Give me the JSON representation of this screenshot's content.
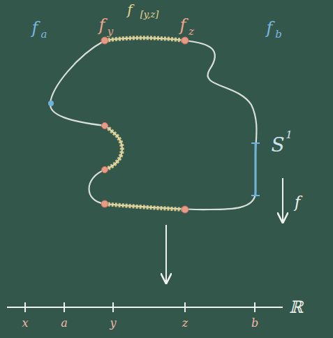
{
  "diagram": {
    "labels": [
      "f",
      "a",
      "f",
      "y",
      "f",
      "[y,z]",
      "f",
      "z",
      "f",
      "b",
      "S",
      "1",
      "f",
      "ℝ",
      "x",
      "a",
      "y",
      "z",
      "b"
    ]
  }
}
